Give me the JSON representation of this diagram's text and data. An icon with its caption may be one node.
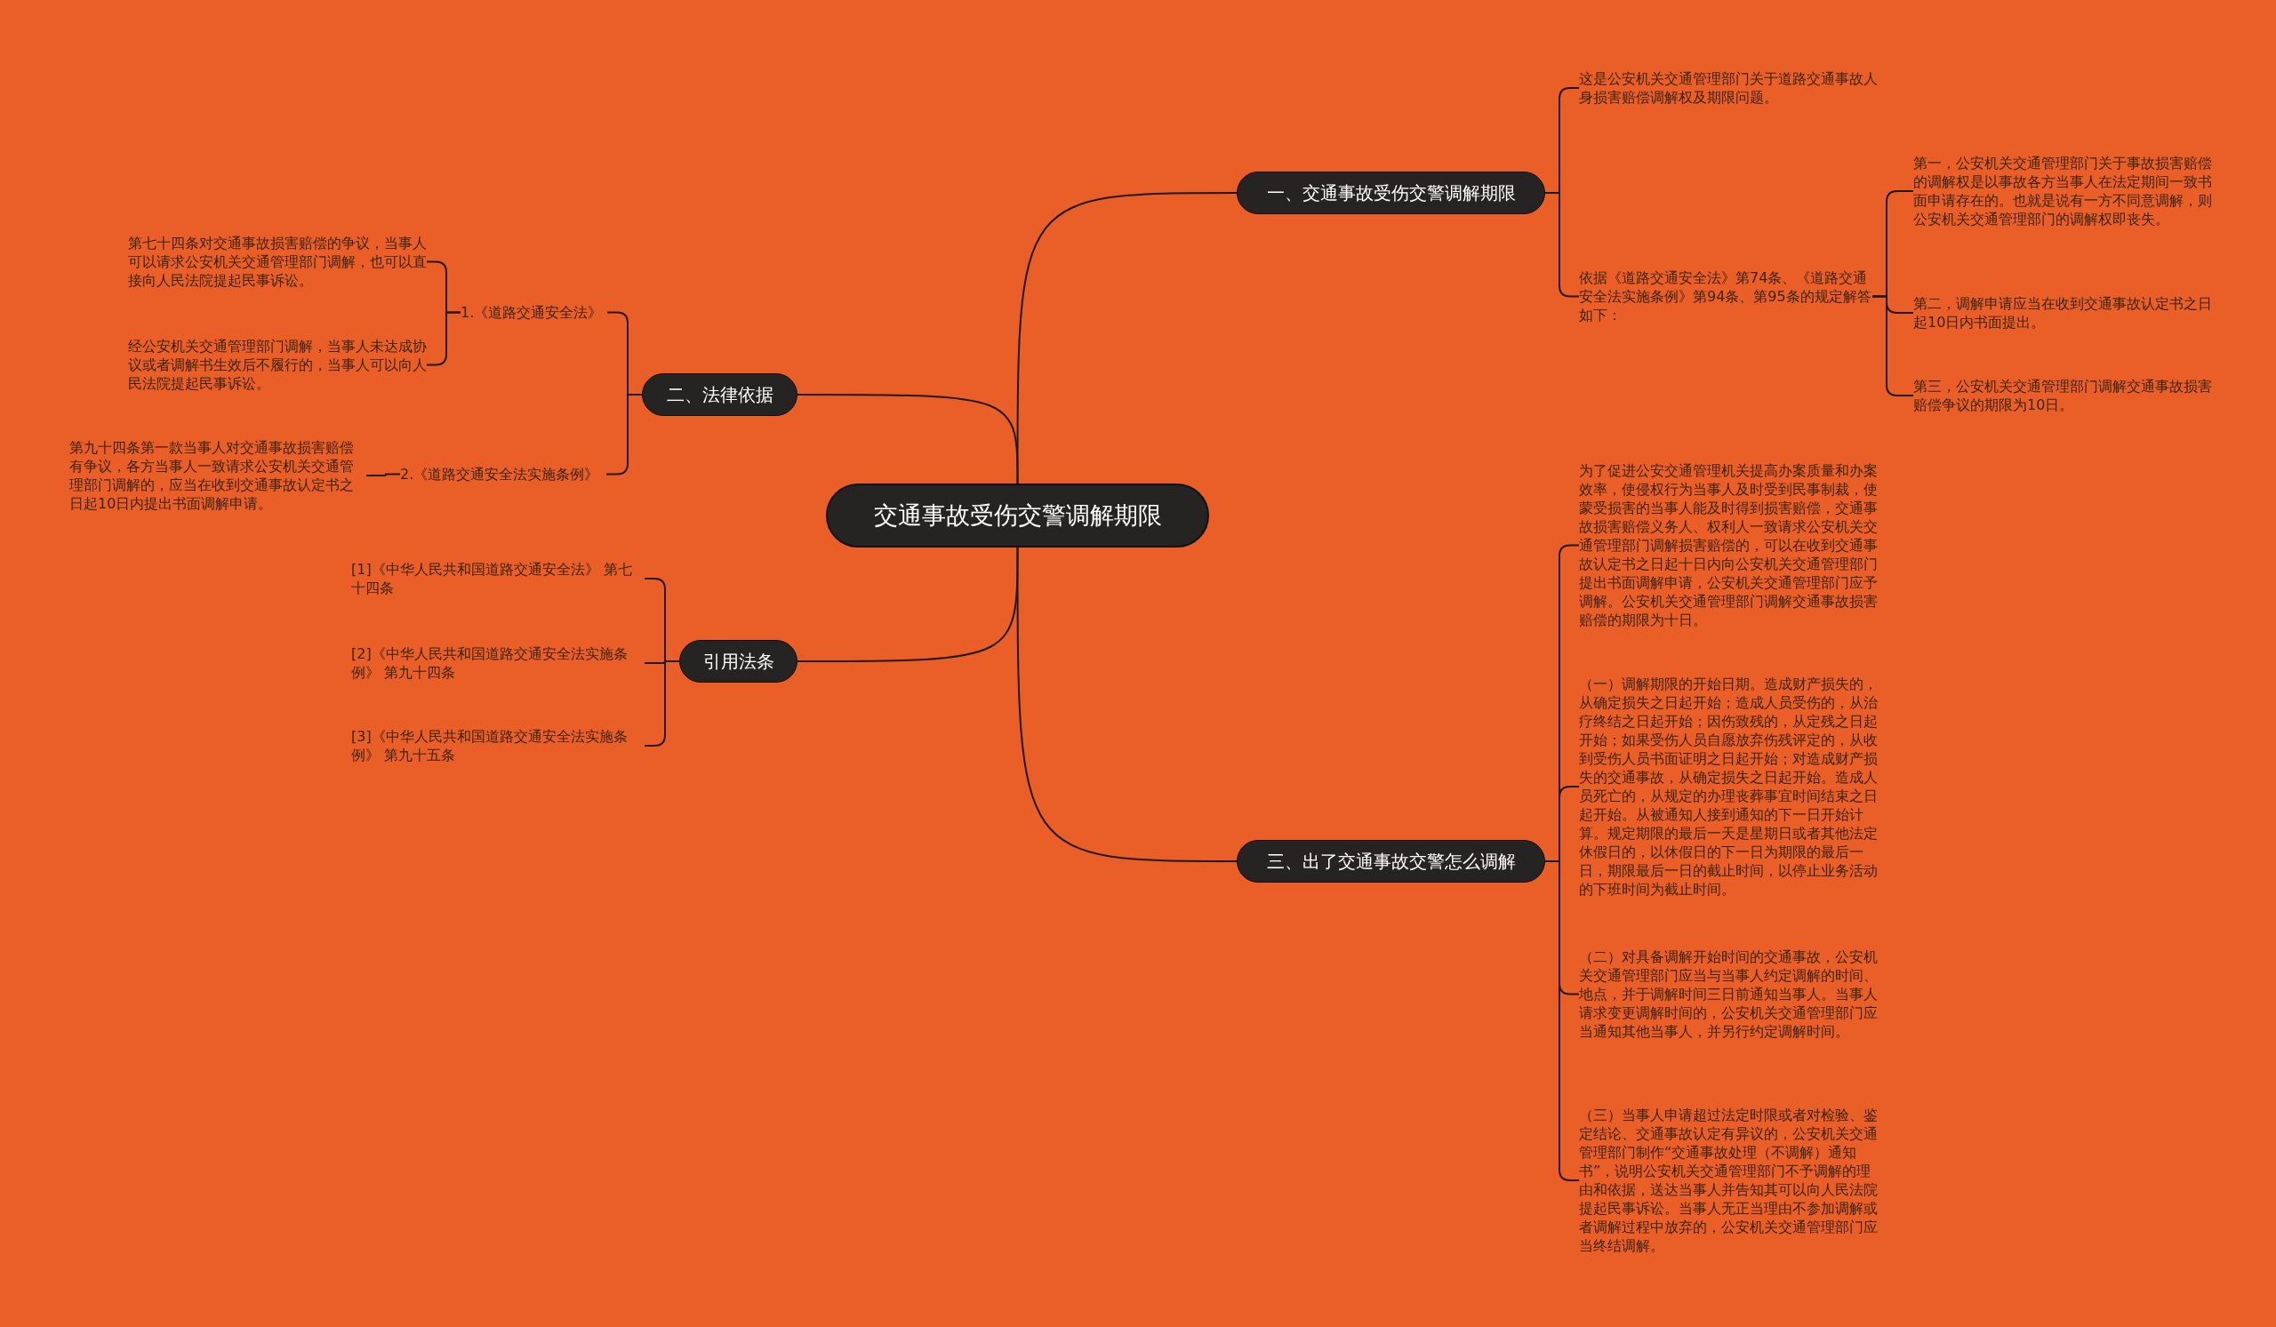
{
  "diagram": {
    "nodes": [
      {
        "text": [
          "交通事故受伤交警调解期限"
        ]
      },
      {
        "text": [
          "一、交通事故受伤交警调解期限"
        ]
      },
      {
        "text": [
          "这是公安机关交通管理部门关于道路交通事故人身损害赔偿调解权及期限问题。"
        ]
      },
      {
        "text": [
          "依据《道路交通安全法》第74条、《道路交通安全法实施条例》第94条、第95条的规定解答如下："
        ]
      },
      {
        "text": [
          "第一，公安机关交通管理部门关于事故损害赔偿的调解权是以事故各方当事人在法定期间一致书面申请存在的。也就是说有一方不同意调解，则公安机关交通管理部门的调解权即丧失。"
        ]
      },
      {
        "text": [
          "第二，调解申请应当在收到交通事故认定书之日起10日内书面提出。"
        ]
      },
      {
        "text": [
          "第三，公安机关交通管理部门调解交通事故损害赔偿争议的期限为10日。"
        ]
      },
      {
        "text": [
          "二、法律依据"
        ]
      },
      {
        "text": [
          "1.《道路交通安全法》"
        ]
      },
      {
        "text": [
          "第七十四条对交通事故损害赔偿的争议，当事人可以请求公安机关交通管理部门调解，也可以直接向人民法院提起民事诉讼。"
        ]
      },
      {
        "text": [
          "经公安机关交通管理部门调解，当事人未达成协议或者调解书生效后不履行的，当事人可以向人民法院提起民事诉讼。"
        ]
      },
      {
        "text": [
          "2.《道路交通安全法实施条例》"
        ]
      },
      {
        "text": [
          "第九十四条第一款当事人对交通事故损害赔偿有争议，各方当事人一致请求公安机关交通管理部门调解的，应当在收到交通事故认定书之日起10日内提出书面调解申请。"
        ]
      },
      {
        "text": [
          "引用法条"
        ]
      },
      {
        "text": [
          "[1]《中华人民共和国道路交通安全法》 第七十四条"
        ]
      },
      {
        "text": [
          "[2]《中华人民共和国道路交通安全法实施条例》 第九十四条"
        ]
      },
      {
        "text": [
          "[3]《中华人民共和国道路交通安全法实施条例》 第九十五条"
        ]
      },
      {
        "text": [
          "三、出了交通事故交警怎么调解"
        ]
      },
      {
        "text": [
          "为了促进公安交通管理机关提高办案质量和办案效率，使侵权行为当事人及时受到民事制裁，使蒙受损害的当事人能及时得到损害赔偿，交通事故损害赔偿义务人、权利人一致请求公安机关交通管理部门调解损害赔偿的，可以在收到交通事故认定书之日起十日内向公安机关交通管理部门提出书面调解申请，公安机关交通管理部门应予调解。公安机关交通管理部门调解交通事故损害赔偿的期限为十日。"
        ]
      },
      {
        "text": [
          "（一）调解期限的开始日期。造成财产损失的，从确定损失之日起开始；造成人员受伤的，从治疗终结之日起开始；因伤致残的，从定残之日起开始；如果受伤人员自愿放弃伤残评定的，从收到受伤人员书面证明之日起开始；对造成财产损失的交通事故，从确定损失之日起开始。造成人员死亡的，从规定的办理丧葬事宜时间结束之日起开始。从被通知人接到通知的下一日开始计算。规定期限的最后一天是星期日或者其他法定休假日的，以休假日的下一日为期限的最后一日，期限最后一日的截止时间，以停止业务活动的下班时间为截止时间。"
        ]
      },
      {
        "text": [
          "（二）对具备调解开始时间的交通事故，公安机关交通管理部门应当与当事人约定调解的时间、地点，并于调解时间三日前通知当事人。当事人请求变更调解时间的，公安机关交通管理部门应当通知其他当事人，并另行约定调解时间。"
        ]
      },
      {
        "text": [
          "（三）当事人申请超过法定时限或者对检验、鉴定结论、交通事故认定有异议的，公安机关交通管理部门制作“交通事故处理（不调解）通知书”，说明公安机关交通管理部门不予调解的理由和依据，送达当事人并告知其可以向人民法院提起民事诉讼。当事人无正当理由不参加调解或者调解过程中放弃的，公安机关交通管理部门应当终结调解。"
        ]
      }
    ],
    "edges": [
      {
        "from": 0,
        "to": 1,
        "arrow": "none"
      },
      {
        "from": 1,
        "to": 2,
        "arrow": "none"
      },
      {
        "from": 1,
        "to": 3,
        "arrow": "none"
      },
      {
        "from": 3,
        "to": 4,
        "arrow": "none"
      },
      {
        "from": 3,
        "to": 5,
        "arrow": "none"
      },
      {
        "from": 3,
        "to": 6,
        "arrow": "none"
      },
      {
        "from": 0,
        "to": 7,
        "arrow": "none"
      },
      {
        "from": 7,
        "to": 8,
        "arrow": "none"
      },
      {
        "from": 8,
        "to": 9,
        "arrow": "none"
      },
      {
        "from": 8,
        "to": 10,
        "arrow": "none"
      },
      {
        "from": 7,
        "to": 11,
        "arrow": "none"
      },
      {
        "from": 11,
        "to": 12,
        "arrow": "none"
      },
      {
        "from": 0,
        "to": 13,
        "arrow": "none"
      },
      {
        "from": 13,
        "to": 14,
        "arrow": "none"
      },
      {
        "from": 13,
        "to": 15,
        "arrow": "none"
      },
      {
        "from": 13,
        "to": 16,
        "arrow": "none"
      },
      {
        "from": 0,
        "to": 17,
        "arrow": "none"
      },
      {
        "from": 17,
        "to": 18,
        "arrow": "none"
      },
      {
        "from": 17,
        "to": 19,
        "arrow": "none"
      },
      {
        "from": 17,
        "to": 20,
        "arrow": "none"
      },
      {
        "from": 17,
        "to": 21,
        "arrow": "none"
      }
    ]
  }
}
